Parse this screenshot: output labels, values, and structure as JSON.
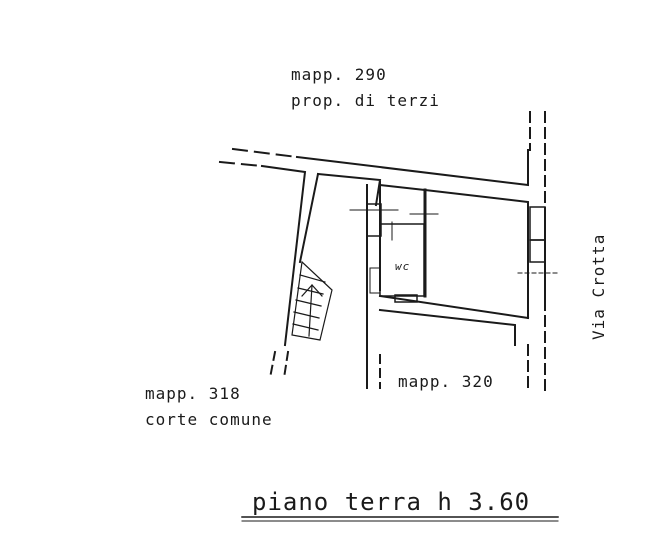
{
  "diagram": {
    "type": "floor-plan",
    "labels": {
      "north_parcel": "mapp. 290",
      "north_owner": "prop. di terzi",
      "west_parcel": "mapp. 318",
      "west_use": "corte comune",
      "south_parcel": "mapp. 320",
      "street": "Via Crotta",
      "room_wc": "wc"
    },
    "title": "piano terra h 3.60",
    "colors": {
      "ink": "#1a1a1a",
      "paper": "#ffffff"
    }
  }
}
